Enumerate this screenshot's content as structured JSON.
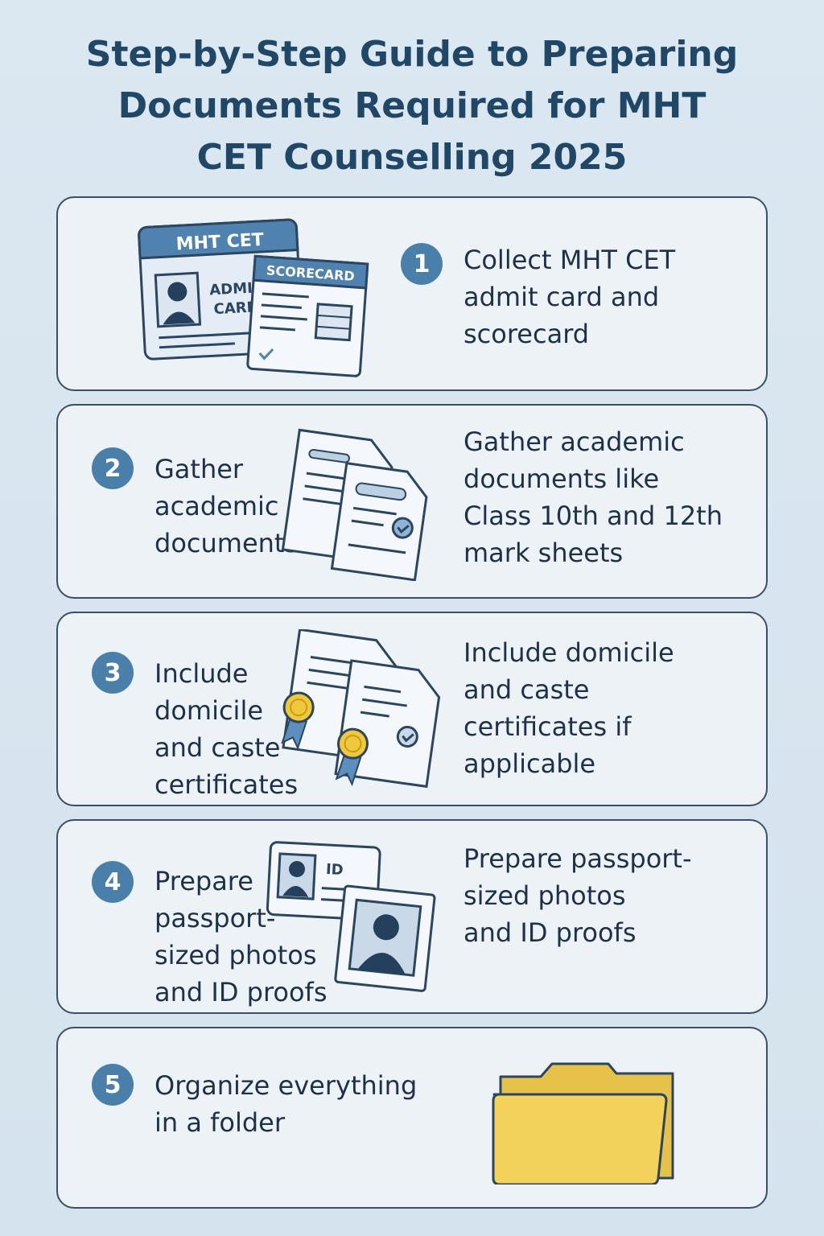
{
  "title": {
    "line1": "Step-by-Step Guide to Preparing",
    "line2": "Documents Required for MHT",
    "line3": "CET Counselling 2025"
  },
  "steps": [
    {
      "number": "1",
      "right_lines": [
        "Collect MHT CET",
        "admit card and",
        "scorecard"
      ],
      "icons": {
        "admit_card_header": "MHT CET",
        "admit_label_1": "ADMIT",
        "admit_label_2": "CARD",
        "scorecard_header": "SCORECARD"
      }
    },
    {
      "number": "2",
      "left_lines": [
        "Gather",
        "academic",
        "documents"
      ],
      "right_lines": [
        "Gather academic",
        "documents like",
        "Class 10th and 12th",
        "mark sheets"
      ]
    },
    {
      "number": "3",
      "left_lines": [
        "Include",
        "domicile",
        "and caste",
        "certificates"
      ],
      "right_lines": [
        "Include domicile",
        "and caste",
        "certificates if",
        "applicable"
      ]
    },
    {
      "number": "4",
      "left_lines": [
        "Prepare",
        "passport-",
        "sized photos",
        "and ID proofs"
      ],
      "right_lines": [
        "Prepare passport-",
        "sized photos",
        "and ID proofs"
      ],
      "icons": {
        "id_label": "ID"
      }
    },
    {
      "number": "5",
      "left_lines": [
        "Organize everything",
        "in a folder"
      ]
    }
  ],
  "colors": {
    "accent_blue": "#4a7fa9",
    "card_bg": "#edf2f7",
    "title": "#214766",
    "folder_yellow": "#f3d25c",
    "seal_yellow": "#f0c93a"
  }
}
